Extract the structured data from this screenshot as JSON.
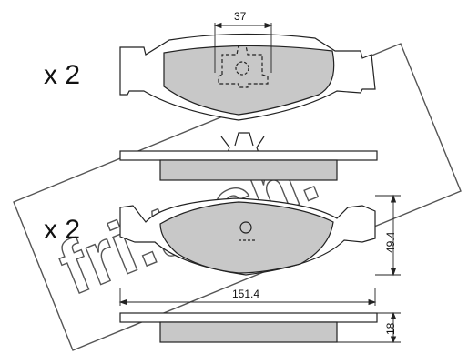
{
  "watermark": {
    "text": "fri.tech."
  },
  "pad_top": {
    "quantity_label": "x 2",
    "dim_width_label": "37"
  },
  "pad_bottom": {
    "quantity_label": "x 2",
    "dim_length_label": "151.4",
    "dim_height_label": "49.4",
    "dim_thickness_label": "18"
  },
  "colors": {
    "friction_fill": "#c8c8c8",
    "outline": "#222222",
    "watermark": "#555555"
  }
}
